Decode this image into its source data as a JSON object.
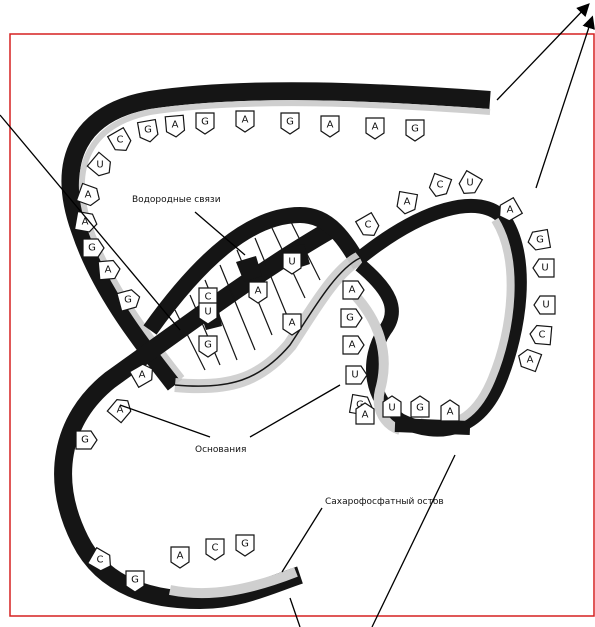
{
  "labels": {
    "hydrogen_bonds": "Водородные связи",
    "bases": "Основания",
    "sugar_phosphate": "Сахарофосфатный остов"
  },
  "bases": {
    "top_strand": [
      "G",
      "A",
      "G",
      "A",
      "G",
      "A",
      "A",
      "G"
    ],
    "left_strand": [
      "C",
      "U",
      "A",
      "A",
      "G",
      "A",
      "G"
    ],
    "pair_left": [
      "C",
      "U",
      "G"
    ],
    "pair_right": [
      "U",
      "A",
      "A"
    ],
    "right_loop": [
      "A",
      "C",
      "U",
      "A",
      "G",
      "U",
      "U",
      "C",
      "A"
    ],
    "inner_loop": [
      "C",
      "A",
      "G",
      "A",
      "U",
      "G"
    ],
    "loop_bottom": [
      "A",
      "U",
      "G",
      "A"
    ],
    "left_lower": [
      "A",
      "A",
      "G"
    ],
    "bottom_strand": [
      "C",
      "G",
      "A",
      "C",
      "G"
    ]
  },
  "colors": {
    "frame": "#d62020",
    "ribbon_dark": "#151515",
    "ribbon_light": "#cfcfcf",
    "arrow": "#000000"
  }
}
